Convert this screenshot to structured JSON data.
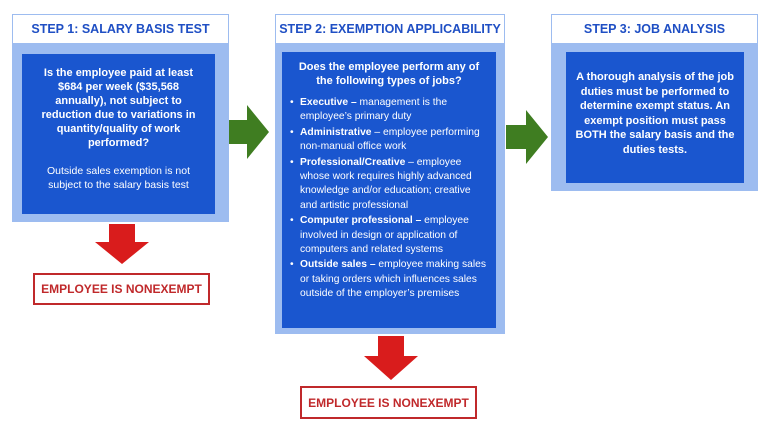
{
  "colors": {
    "frame": "#9dbcf0",
    "panel": "#1a56cf",
    "header_text": "#1f4fc4",
    "green_arrow": "#3f7d21",
    "red_arrow": "#d91c1c",
    "red_text": "#c0292b"
  },
  "step1": {
    "header": "STEP 1: SALARY BASIS TEST",
    "question": "Is the employee paid at least $684 per week ($35,568 annually), not subject to reduction due to variations in quantity/quality of work performed?",
    "note": "Outside sales exemption is not subject to the salary basis test",
    "result": "EMPLOYEE IS NONEXEMPT"
  },
  "step2": {
    "header": "STEP 2: EXEMPTION APPLICABILITY",
    "question": "Does the employee perform any of the following types of jobs?",
    "jobs": [
      {
        "title": "Executive –",
        "desc": " management is the employee’s primary duty"
      },
      {
        "title": "Administrative",
        "desc": " – employee performing non-manual office work"
      },
      {
        "title": "Professional/Creative",
        "desc": " – employee whose work requires highly advanced knowledge and/or education; creative and artistic professional"
      },
      {
        "title": "Computer professional –",
        "desc": " employee involved in design or application of computers and related systems"
      },
      {
        "title": "Outside sales –",
        "desc": " employee making sales or  taking orders which influences sales outside of the employer’s premises"
      }
    ],
    "result": "EMPLOYEE IS NONEXEMPT"
  },
  "step3": {
    "header": "STEP 3: JOB ANALYSIS",
    "body": "A thorough analysis of the job duties must be performed to determine exempt status. An exempt position must pass BOTH the salary basis and the duties tests."
  }
}
